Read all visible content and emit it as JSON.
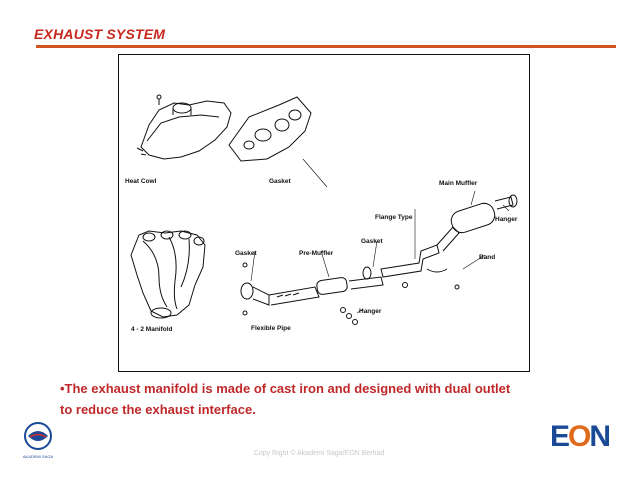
{
  "slide": {
    "title": "EXHAUST SYSTEM",
    "caption_line1": "•The exhaust manifold is made of cast iron and designed with dual outlet",
    "caption_line2": "to reduce the exhaust interface.",
    "copyright": "Copy Right © Akademi Saga/EON Berhad"
  },
  "diagram": {
    "labels": {
      "heat_cowl": "Heat Cowl",
      "gasket_top": "Gasket",
      "main_muffler": "Main Muffler",
      "flange_type": "Flange Type",
      "hanger_right": "Hanger",
      "gasket_left": "Gasket",
      "pre_muffler": "Pre-Muffler",
      "gasket_mid": "Gasket",
      "band": "Band",
      "manifold": "4 - 2 Manifold",
      "flexible_pipe": "Flexible Pipe",
      "hanger_bottom": "Hanger"
    }
  },
  "logos": {
    "left_text": "AKADEMI SAGA",
    "right_e": "E",
    "right_o": "O",
    "right_n": "N"
  }
}
